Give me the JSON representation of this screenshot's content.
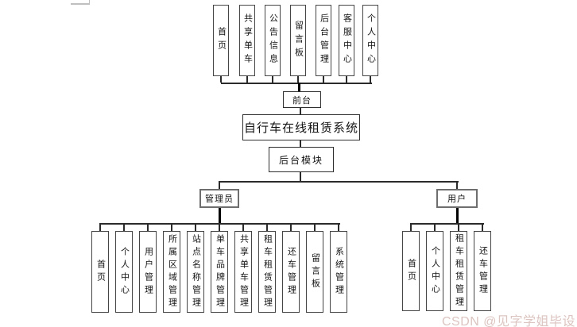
{
  "diagram": {
    "root_label": "自行车在线租赁系统",
    "front_gateway": "前台",
    "back_gateway": "后台模块",
    "roles": {
      "admin": "管理员",
      "user": "用户"
    },
    "front_modules": [
      "首页",
      "共享单车",
      "公告信息",
      "留言板",
      "后台管理",
      "客服中心",
      "个人中心"
    ],
    "admin_modules": [
      "首页",
      "个人中心",
      "用户管理",
      "所属区域管理",
      "站点名称管理",
      "单车品牌管理",
      "共享单车管理",
      "租车租赁管理",
      "还车管理",
      "留言板",
      "系统管理"
    ],
    "user_modules": [
      "首页",
      "个人中心",
      "租车租赁管理",
      "还车管理"
    ]
  },
  "watermark": {
    "text": "CSDN @见字学姐毕设"
  },
  "colors": {
    "line": "#2b2b2b",
    "thick_line": "#000000",
    "box_border": "#454545",
    "role_border": "#6e6e6e",
    "watermark": "#dcc4c0"
  }
}
